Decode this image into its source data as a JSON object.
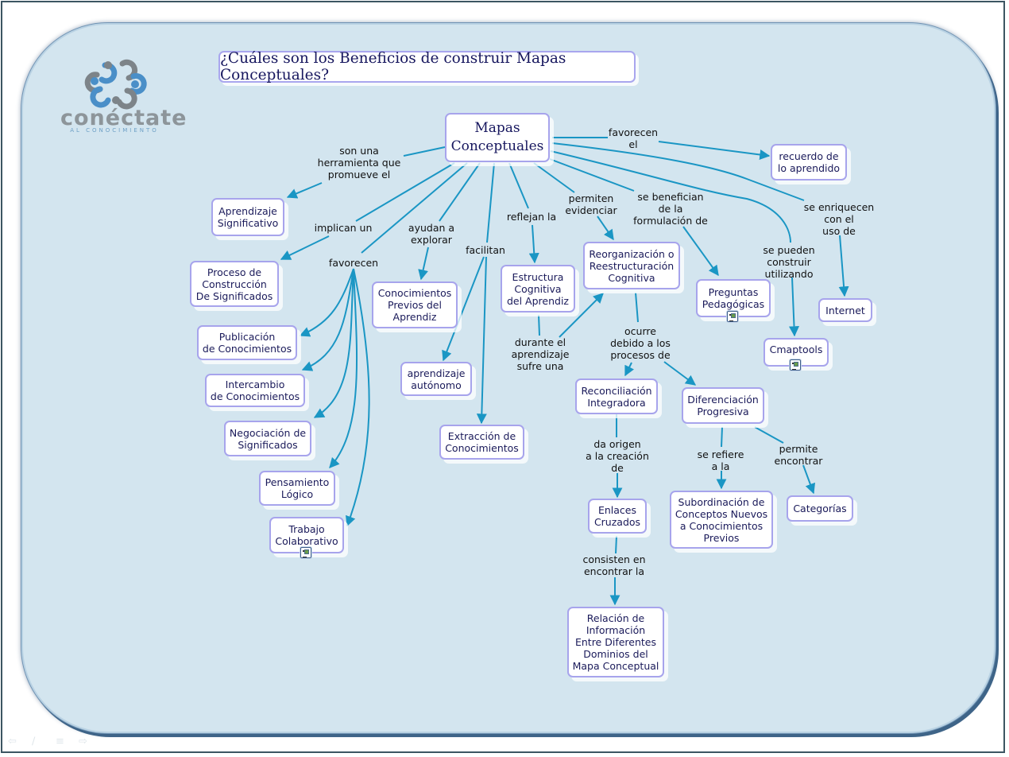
{
  "title": "¿Cuáles son los Beneficios de construir Mapas Conceptuales?",
  "logo": {
    "name": "conéctate",
    "tagline": "AL CONOCIMIENTO",
    "icon": "chain-links-logo-icon"
  },
  "colors": {
    "link": "#1a96c4",
    "node_border": "#a7a4ec",
    "node_text": "#1a1a5a",
    "board": "#d3e5ef"
  },
  "concepts": {
    "main": "Mapas\nConceptuales",
    "aprendizaje_significativo": "Aprendizaje\nSignificativo",
    "proceso_construccion": "Proceso de\nConstrucción\nDe Significados",
    "publicacion": "Publicación\nde Conocimientos",
    "intercambio": "Intercambio\nde Conocimientos",
    "negociacion": "Negociación de\nSignificados",
    "pensamiento": "Pensamiento\nLógico",
    "trabajo": "Trabajo\nColaborativo",
    "conocimientos_previos": "Conocimientos\nPrevios del\nAprendiz",
    "aprendizaje_autonomo": "aprendizaje\nautónomo",
    "extraccion": "Extracción de\nConocimientos",
    "estructura": "Estructura\nCognitiva\ndel Aprendiz",
    "reorganizacion": "Reorganización o\nReestructuración\nCognitiva",
    "reconciliacion": "Reconciliación\nIntegradora",
    "diferenciacion": "Diferenciación\nProgresiva",
    "enlaces": "Enlaces\nCruzados",
    "relacion": "Relación de\nInformación\nEntre Diferentes\nDominios del\nMapa Conceptual",
    "subordinacion": "Subordinación de\nConceptos Nuevos\na Conocimientos\nPrevios",
    "categorias": "Categorías",
    "preguntas": "Preguntas\nPedagógicas",
    "cmaptools": "Cmaptools",
    "internet": "Internet",
    "recuerdo": "recuerdo de\nlo aprendido"
  },
  "linking_phrases": {
    "son_una": "son una\nherramienta que\npromueve el",
    "implican": "implican un",
    "favorecen_left": "favorecen",
    "ayudan": "ayudan a\nexplorar",
    "facilitan": "facilitan",
    "reflejan": "reflejan la",
    "permiten": "permiten\nevidenciar",
    "se_benefician": "se benefician\nde la\nformulación de",
    "favorecen_el": "favorecen\nel",
    "se_enriquecen": "se enriquecen\ncon el\nuso de",
    "se_pueden": "se pueden\nconstruir\nutilizando",
    "durante": "durante el\naprendizaje\nsufre una",
    "ocurre": "ocurre\ndebido a los\nprocesos de",
    "da_origen": "da origen\na la creación\nde",
    "se_refiere": "se refiere\na la",
    "permite_encontrar": "permite\nencontrar",
    "consisten": "consisten en\nencontrar la"
  },
  "attachments": [
    "trabajo",
    "preguntas",
    "cmaptools"
  ],
  "nav_controls": [
    "previous-icon",
    "pen-icon",
    "menu-icon",
    "next-icon"
  ]
}
